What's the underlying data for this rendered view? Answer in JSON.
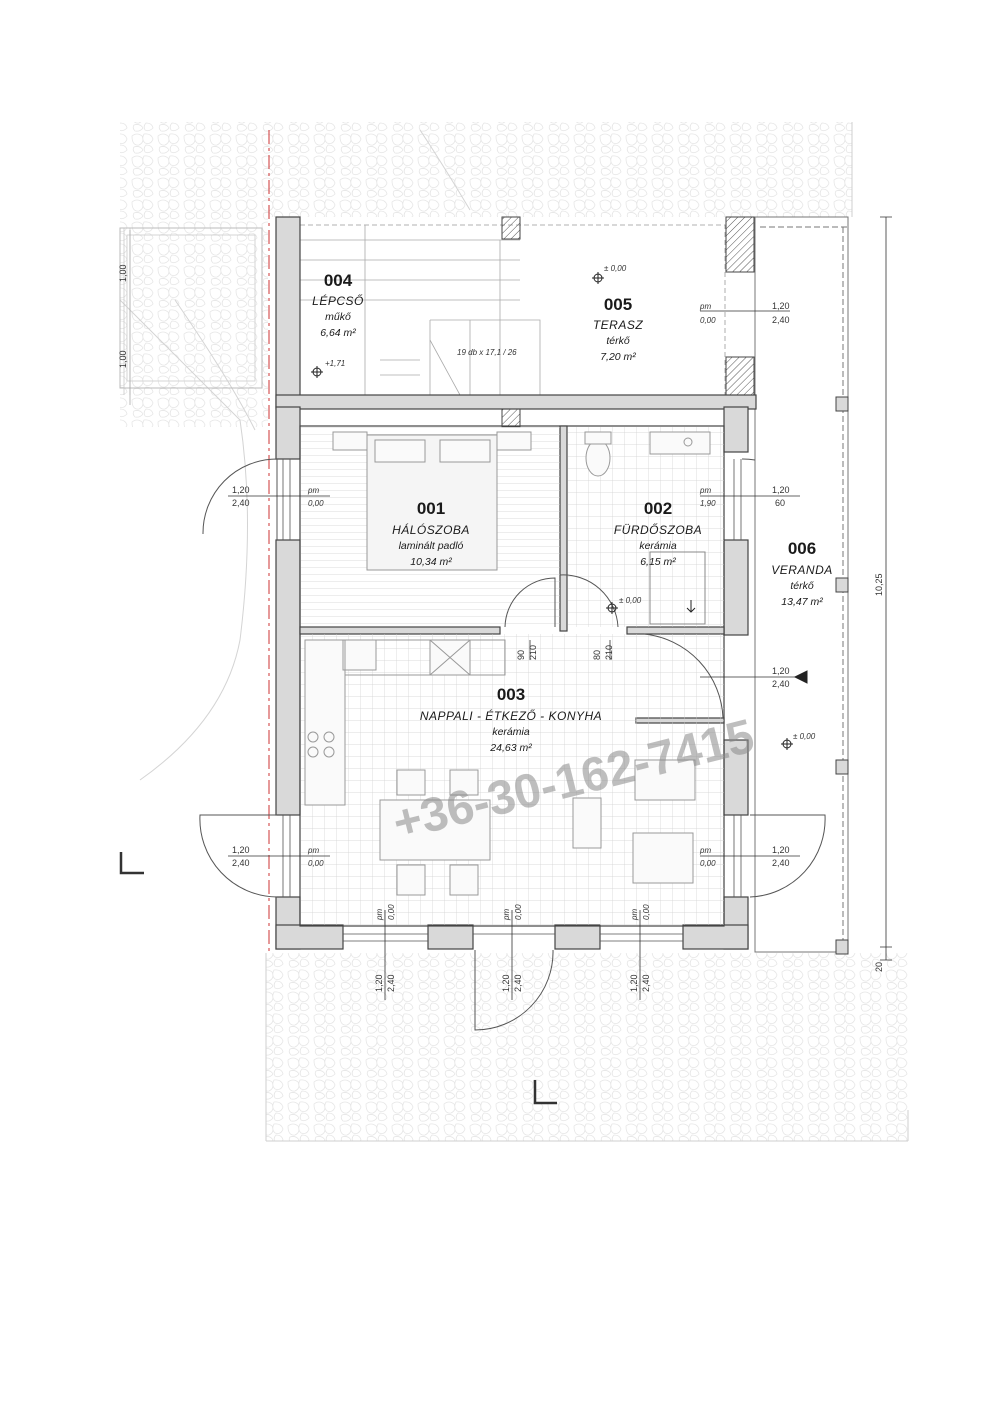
{
  "rooms": [
    {
      "num": "001",
      "name": "HÁLÓSZOBA",
      "material": "laminált padló",
      "area": "10,34 m²"
    },
    {
      "num": "002",
      "name": "FÜRDŐSZOBA",
      "material": "kerámia",
      "area": "6,15 m²"
    },
    {
      "num": "003",
      "name": "NAPPALI - ÉTKEZŐ - KONYHA",
      "material": "kerámia",
      "area": "24,63 m²"
    },
    {
      "num": "004",
      "name": "LÉPCSŐ",
      "material": "műkő",
      "area": "6,64 m²"
    },
    {
      "num": "005",
      "name": "TERASZ",
      "material": "térkő",
      "area": "7,20 m²"
    },
    {
      "num": "006",
      "name": "VERANDA",
      "material": "térkő",
      "area": "13,47 m²"
    }
  ],
  "labels": {
    "stair_note": "19 db x 17,1 / 26",
    "elev_stair": "+1,71",
    "elev_zero": "± 0,00",
    "elev_zero_2": "± 0,00",
    "elev_zero_3": "± 0,00",
    "pm": "pm",
    "pm_000": "0,00",
    "pm_190": "1,90",
    "w120": "1,20",
    "h240": "2,40",
    "h60": "60",
    "d90": "90",
    "d80": "80",
    "d210": "210",
    "dim_total": "10,25",
    "dim_bottom": "20",
    "left_dim_a": "1,00",
    "left_dim_b": "1,00"
  },
  "watermark": "+36-30-162-7415",
  "colors": {
    "wall": "#444444",
    "wall_fill": "#d9d9d9",
    "line": "#333333",
    "red_axis": "#cc3333",
    "grid": "#cfcfcf"
  }
}
